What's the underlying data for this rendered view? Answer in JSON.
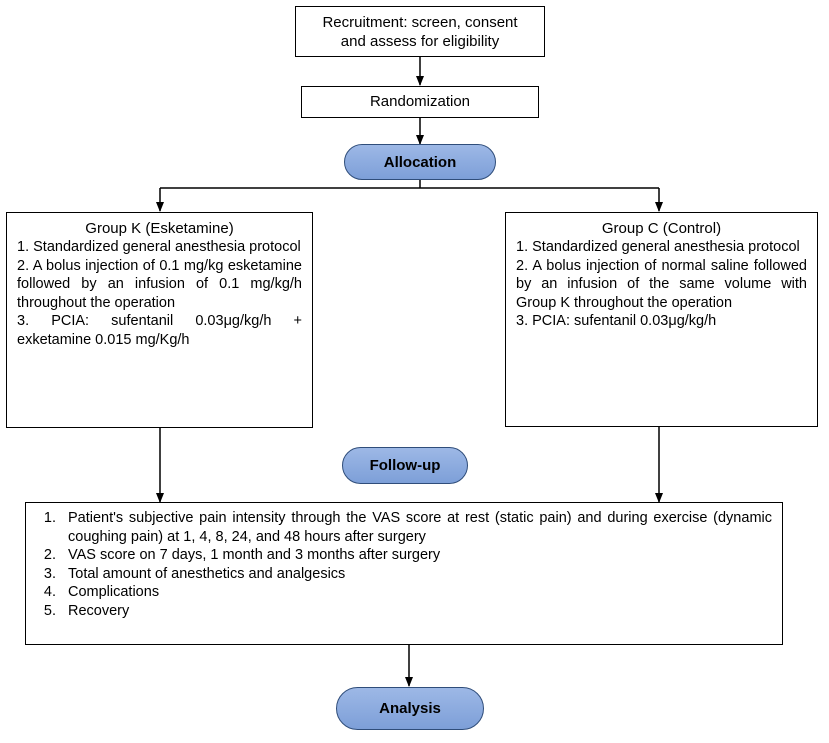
{
  "recruitment": {
    "line1": "Recruitment: screen, consent",
    "line2": "and assess for eligibility"
  },
  "randomization": {
    "label": "Randomization"
  },
  "allocation": {
    "label": "Allocation"
  },
  "group_k": {
    "title": "Group K (Esketamine)",
    "items": [
      "1. Standardized general anesthesia protocol",
      "2. A bolus injection of 0.1 mg/kg esketamine followed by an infusion of 0.1 mg/kg/h throughout the operation",
      "3. PCIA: sufentanil 0.03μg/kg/h + exketamine 0.015 mg/Kg/h"
    ]
  },
  "group_c": {
    "title": "Group C (Control)",
    "items": [
      "1. Standardized general anesthesia protocol",
      "2. A bolus injection of normal saline followed by an infusion of the same volume with  Group K throughout the operation",
      "3. PCIA: sufentanil 0.03μg/kg/h"
    ]
  },
  "follow_up": {
    "label": "Follow-up"
  },
  "outcomes": {
    "items": [
      "Patient's subjective pain intensity through the VAS score at rest (static pain) and during exercise (dynamic coughing pain) at 1, 4, 8, 24, and 48 hours after surgery",
      "VAS score on 7 days, 1 month and 3 months after surgery",
      "Total amount of anesthetics and analgesics",
      "Complications",
      "Recovery"
    ]
  },
  "analysis": {
    "label": "Analysis"
  }
}
